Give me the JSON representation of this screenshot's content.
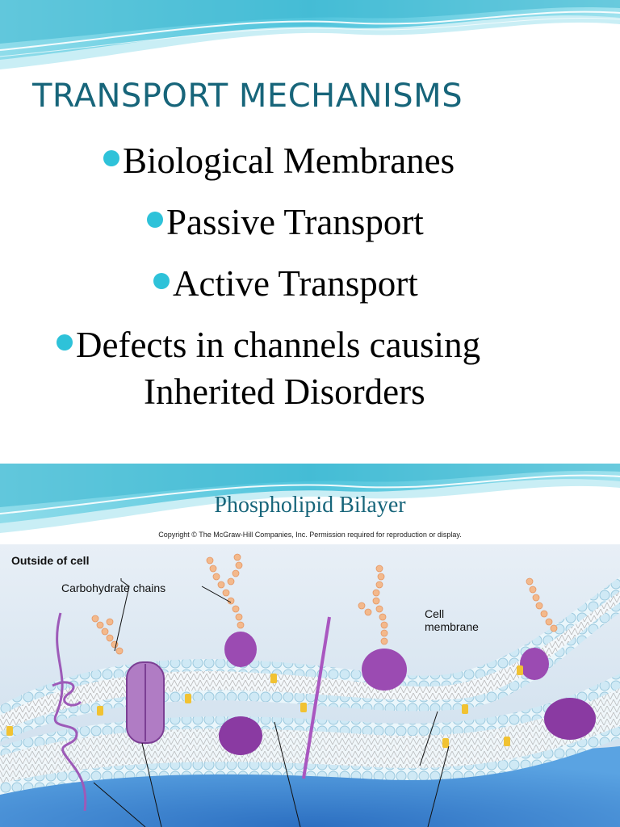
{
  "slide1": {
    "title": "TRANSPORT MECHANISMS",
    "bullets": [
      {
        "text": "Biological Membranes"
      },
      {
        "text": "Passive Transport"
      },
      {
        "text": "Active Transport"
      },
      {
        "text": "Defects in channels causing",
        "continuation": "Inherited Disorders"
      }
    ],
    "bullet_color": "#2ec2d9",
    "title_color": "#17657a"
  },
  "slide2": {
    "title": "Phospholipid Bilayer",
    "copyright": "Copyright © The McGraw-Hill Companies, Inc. Permission required for reproduction or display.",
    "figure": {
      "outside_label": "Outside of cell",
      "carbohydrate_label": "Carbohydrate chains",
      "membrane_label_line1": "Cell",
      "membrane_label_line2": "membrane"
    }
  },
  "theme": {
    "wave_light": "#bfeaf2",
    "wave_mid": "#6fd0e2",
    "wave_dark": "#2fb6cf",
    "cell_interior": "#3d8fd8",
    "outside_bg": "#dde9f4",
    "protein": "#8e3fa3",
    "carbohydrate": "#f2b98a"
  }
}
